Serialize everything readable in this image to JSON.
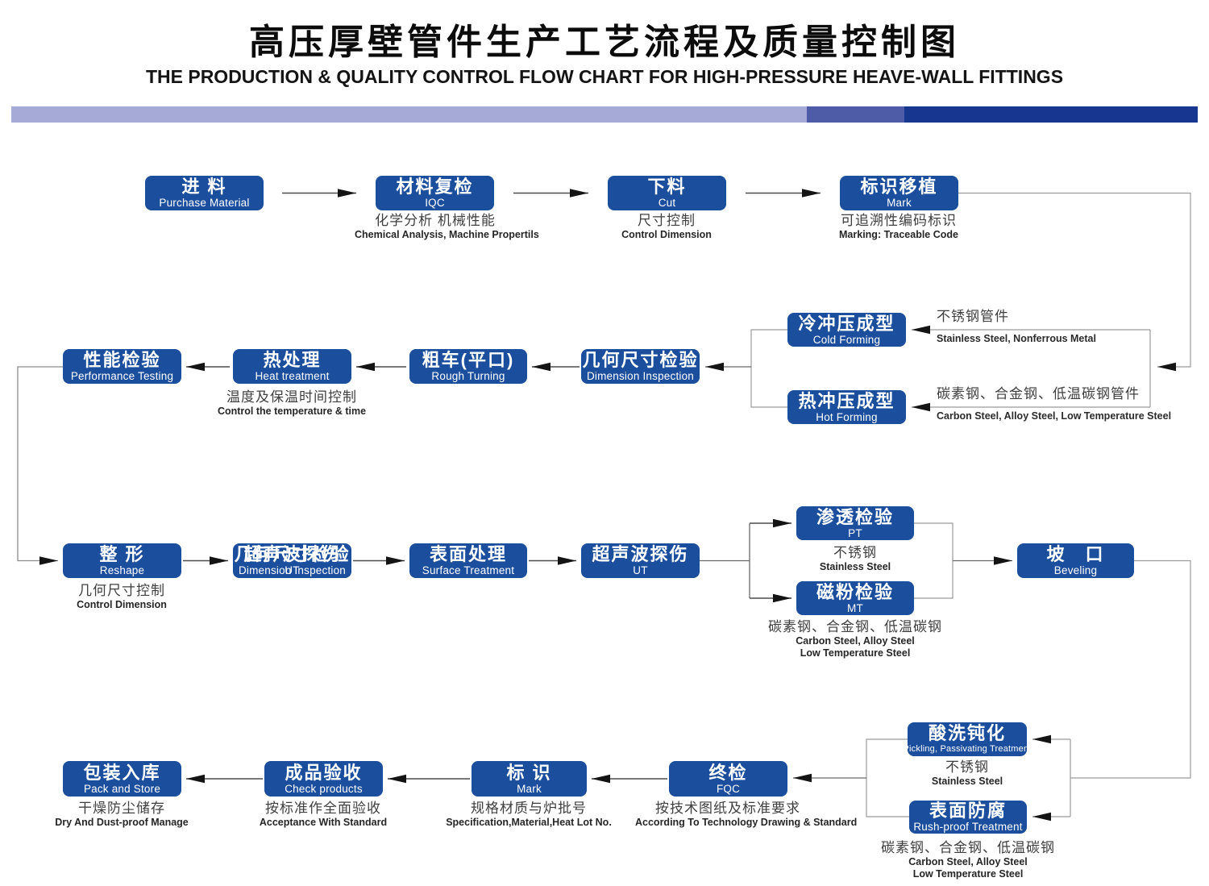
{
  "header": {
    "title_zh": "高压厚壁管件生产工艺流程及质量控制图",
    "title_en": "THE PRODUCTION & QUALITY CONTROL FLOW CHART FOR HIGH-PRESSURE HEAVE-WALL  FITTINGS"
  },
  "colors": {
    "box_blue": "#1b4e9d",
    "bar_light": "#a5aad6",
    "bar_mid": "#4e5ca8",
    "bar_dark": "#17368f"
  },
  "nodes": {
    "purchase": {
      "zh": "进 料",
      "en": "Purchase Material"
    },
    "iqc": {
      "zh": "材料复检",
      "en": "IQC",
      "note_zh": "化学分析  机械性能",
      "note_en": "Chemical  Analysis,  Machine Propertils"
    },
    "cut": {
      "zh": "下料",
      "en": "Cut",
      "note_zh": "尺寸控制",
      "note_en": "Control Dimension"
    },
    "mark1": {
      "zh": "标识移植",
      "en": "Mark",
      "note_zh": "可追溯性编码标识",
      "note_en": "Marking:  Traceable  Code"
    },
    "cold": {
      "zh": "冷冲压成型",
      "en": "Cold Forming",
      "side_zh": "不锈钢管件",
      "side_en": "Stainless Steel, Nonferrous Metal"
    },
    "hot": {
      "zh": "热冲压成型",
      "en": "Hot Forming",
      "side_zh": "碳素钢、合金钢、低温碳钢管件",
      "side_en": "Carbon Steel, Alloy Steel, Low Temperature Steel"
    },
    "performance": {
      "zh": "性能检验",
      "en": "Performance Testing"
    },
    "heat": {
      "zh": "热处理",
      "en": "Heat treatment",
      "note_zh": "温度及保温时间控制",
      "note_en": "Control the  temperature  &  time"
    },
    "rough": {
      "zh": "粗车(平口)",
      "en": "Rough Turning"
    },
    "dimension": {
      "zh": "几何尺寸检验",
      "en": "Dimension Inspection"
    },
    "reshape": {
      "zh": "整  形",
      "en": "Reshape",
      "note_zh": "几何尺寸控制",
      "note_en": "Control Dimension"
    },
    "overlap": {
      "a_zh": "几何尺寸检验",
      "a_en": "Dimension Inspection",
      "b_zh": "超声波探伤",
      "b_en": "UT"
    },
    "surface": {
      "zh": "表面处理",
      "en": "Surface  Treatment"
    },
    "ut": {
      "zh": "超声波探伤",
      "en": "UT"
    },
    "pt": {
      "zh": "渗透检验",
      "en": "PT",
      "note_zh": "不锈钢",
      "note_en": "Stainless Steel"
    },
    "mt": {
      "zh": "磁粉检验",
      "en": "MT",
      "note_zh": "碳素钢、合金钢、低温碳钢",
      "note_en": "Carbon Steel, Alloy Steel",
      "note_en2": "Low Temperature Steel"
    },
    "beveling": {
      "zh": "坡　口",
      "en": "Beveling"
    },
    "pickling": {
      "zh": "酸洗钝化",
      "en": "Pickling, Passivating  Treatment",
      "note_zh": "不锈钢",
      "note_en": "Stainless Steel"
    },
    "rustproof": {
      "zh": "表面防腐",
      "en": "Rush-proof Treatment",
      "note_zh": "碳素钢、合金钢、低温碳钢",
      "note_en": "Carbon Steel, Alloy Steel",
      "note_en2": "Low Temperature Steel"
    },
    "pack": {
      "zh": "包装入库",
      "en": "Pack and Store",
      "note_zh": "干燥防尘储存",
      "note_en": "Dry  And Dust-proof  Manage"
    },
    "check": {
      "zh": "成品验收",
      "en": "Check products",
      "note_zh": "按标准作全面验收",
      "note_en": "Acceptance  With  Standard"
    },
    "mark2": {
      "zh": "标  识",
      "en": "Mark",
      "note_zh": "规格材质与炉批号",
      "note_en": "Specification,Material,Heat Lot No."
    },
    "fqc": {
      "zh": "终检",
      "en": "FQC",
      "note_zh": "按技术图纸及标准要求",
      "note_en": "According To Technology Drawing & Standard"
    }
  }
}
